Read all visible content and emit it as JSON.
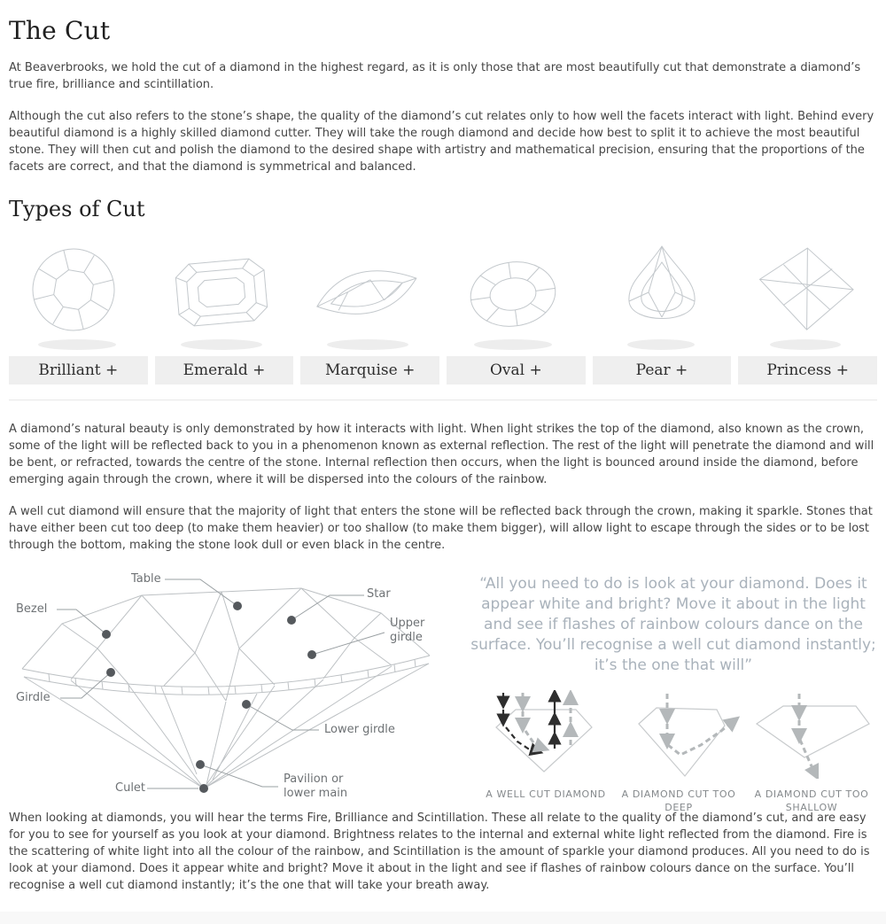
{
  "header": {
    "title": "The Cut"
  },
  "intro": {
    "p1": "At Beaverbrooks, we hold the cut of a diamond in the highest regard, as it is only those that are most beautifully cut that demonstrate a diamond’s true fire, brilliance and scintillation.",
    "p2": "Although the cut also refers to the stone’s shape, the quality of the diamond’s cut relates only to how well the facets interact with light. Behind every beautiful diamond is a highly skilled diamond cutter. They will take the rough diamond and decide how best to split it to achieve the most beautiful stone. They will then cut and polish the diamond to the desired shape with artistry and mathematical precision, ensuring that the proportions of the facets are correct, and that the diamond is symmetrical and balanced."
  },
  "types": {
    "heading": "Types of Cut",
    "cuts": [
      {
        "name": "brilliant",
        "label": "Brilliant +"
      },
      {
        "name": "emerald",
        "label": "Emerald +"
      },
      {
        "name": "marquise",
        "label": "Marquise +"
      },
      {
        "name": "oval",
        "label": "Oval +"
      },
      {
        "name": "pear",
        "label": "Pear +"
      },
      {
        "name": "princess",
        "label": "Princess +"
      }
    ]
  },
  "light": {
    "p1": "A diamond’s natural beauty is only demonstrated by how it interacts with light. When light strikes the top of the diamond, also known as the crown, some of the light will be reflected back to you in a phenomenon known as external reflection. The rest of the light will penetrate the diamond and will be bent, or refracted, towards the centre of the stone. Internal reflection then occurs, when the light is bounced around inside the diamond, before emerging again through the crown, where it will be dispersed into the colours of the rainbow.",
    "p2": "A well cut diamond will ensure that the majority of light that enters the stone will be reflected back through the crown, making it sparkle. Stones that have either been cut too deep (to make them heavier) or too shallow (to make them bigger), will allow light to escape through the sides or to be lost through the bottom, making the stone look dull or even black in the centre."
  },
  "anatomy": {
    "labels": {
      "table": "Table",
      "star": "Star",
      "bezel": "Bezel",
      "upper_girdle": "Upper girdle",
      "girdle": "Girdle",
      "lower_girdle": "Lower girdle",
      "culet": "Culet",
      "pavilion": "Pavilion or lower main"
    }
  },
  "quote": {
    "text": "“All you need to do is look at your diamond. Does it appear white and bright? Move it about in the light and see if flashes of rainbow colours dance on the surface. You’ll recognise a well cut diamond instantly; it’s the one that will”"
  },
  "cut_quality": {
    "diagrams": [
      {
        "label": "A WELL CUT DIAMOND"
      },
      {
        "label": "A DIAMOND CUT TOO DEEP"
      },
      {
        "label": "A DIAMOND CUT TOO SHALLOW"
      }
    ]
  },
  "closing": {
    "p1": "When looking at diamonds, you will hear the terms Fire, Brilliance and Scintillation. These all relate to the quality of the diamond’s cut, and are easy for you to see for yourself as you look at your diamond. Brightness relates to the internal and external white light reflected from the diamond. Fire is the scattering of white light into all the colour of the rainbow, and Scintillation is the amount of sparkle your diamond produces. All you need to do is look at your diamond. Does it appear white and bright? Move it about in the light and see if flashes of rainbow colours dance on the surface. You’ll recognise a well cut diamond instantly; it’s the one that will take your breath away.",
    "colors": {
      "quote_text": "#a9b2bb",
      "body_text": "#454545",
      "heading_text": "#1f1f1f",
      "label_bar_bg": "#efefef",
      "diagram_line": "#bdc1c4"
    }
  }
}
